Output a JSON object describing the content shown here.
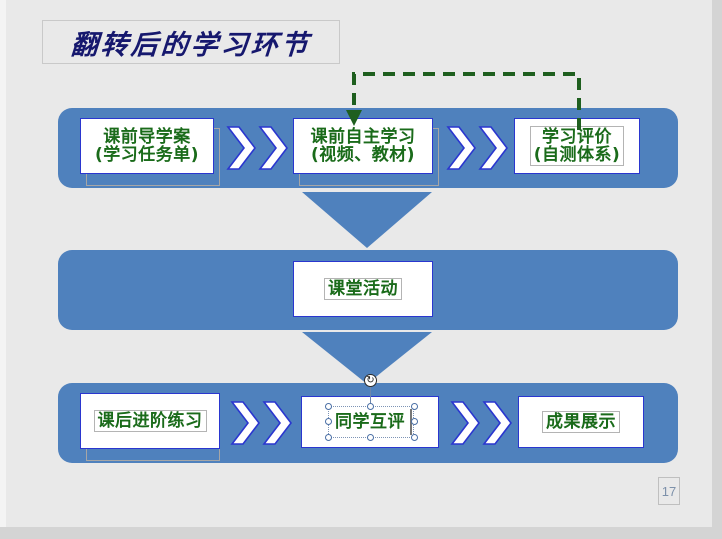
{
  "slide": {
    "title": "翻转后的学习环节",
    "page_number": "17",
    "band_color": "#4f81bd",
    "node_text_color": "#1a6b1a",
    "node_border_color": "#2a36cf",
    "title_color": "#16186e",
    "loop_color": "#1f5f1f",
    "background_color": "#e9e9e9"
  },
  "rows": [
    {
      "id": "row-pre-class",
      "nodes": [
        {
          "id": "node-daoxuean",
          "line1": "课前导学案",
          "line2": "(学习任务单)"
        },
        {
          "id": "node-zizhuxuexi",
          "line1": "课前自主学习",
          "line2": "(视频、教材)"
        },
        {
          "id": "node-xuexipingjia",
          "line1": "学习评价",
          "line2": "(自测体系)"
        }
      ],
      "connectors": [
        "chevron-double",
        "chevron-double"
      ]
    },
    {
      "id": "row-in-class",
      "nodes": [
        {
          "id": "node-ketanghuodong",
          "line1": "课堂活动",
          "line2": ""
        }
      ],
      "connectors": []
    },
    {
      "id": "row-post-class",
      "nodes": [
        {
          "id": "node-jinjielianxi",
          "line1": "课后进阶练习",
          "line2": ""
        },
        {
          "id": "node-tongxuehuping",
          "line1": "同学互评",
          "line2": ""
        },
        {
          "id": "node-chengguozhanshi",
          "line1": "成果展示",
          "line2": ""
        }
      ],
      "connectors": [
        "chevron-double",
        "chevron-double"
      ]
    }
  ],
  "flow_arrows": [
    {
      "id": "arrow-top-to-mid",
      "direction": "down"
    },
    {
      "id": "arrow-mid-to-bottom",
      "direction": "down"
    }
  ],
  "feedback_loop": {
    "id": "dashed-feedback-loop",
    "style": "dashed",
    "from": "node-xuexipingjia",
    "to": "node-zizhuxuexi",
    "arrowhead": "down"
  },
  "selection": {
    "selected_shape": "node-tongxuehuping",
    "handle_count": 8,
    "rotation_handle": "↻"
  }
}
